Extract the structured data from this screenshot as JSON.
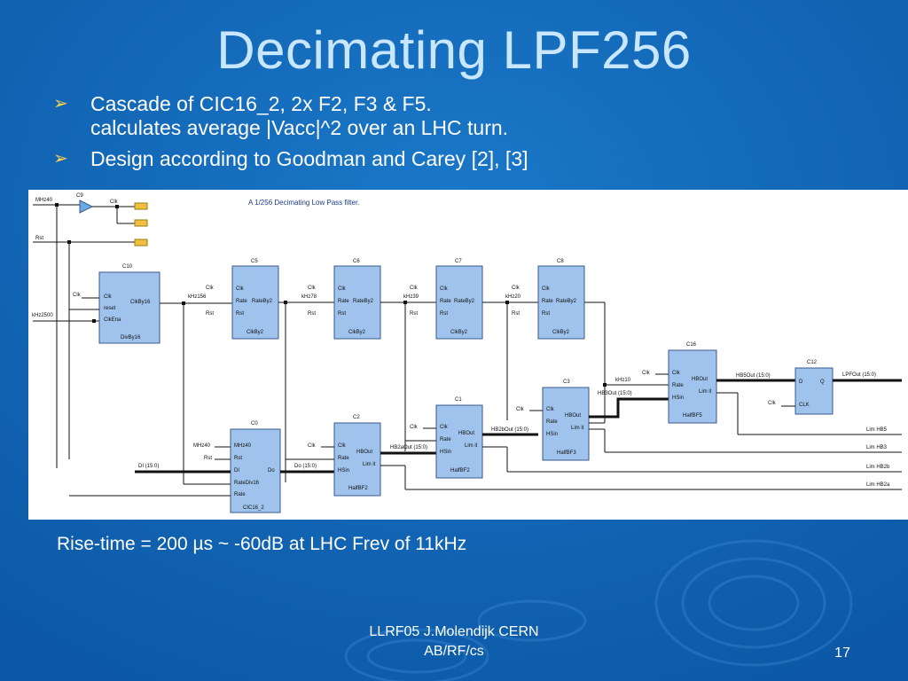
{
  "slide": {
    "title": "Decimating LPF256",
    "bullets": [
      {
        "line1": "Cascade of CIC16_2, 2x  F2, F3 & F5.",
        "line2": "calculates average |Vacc|^2 over an LHC turn."
      },
      {
        "line1": "Design according to Goodman and Carey [2], [3]",
        "line2": ""
      }
    ],
    "caption": "Rise-time = 200 µs ~ -60dB at LHC Frev of 11kHz",
    "footer_line1": "LLRF05 J.Molendijk CERN",
    "footer_line2": "AB/RF/cs",
    "page_number": "17"
  },
  "diagram": {
    "note": "A 1/256 Decimating Low Pass filter.",
    "signals": {
      "mhz40": "MHz40",
      "rst": "Rst",
      "clk": "Clk",
      "khz2500": "kHz2500",
      "khz156": "kHz156",
      "khz78": "kHz78",
      "khz39": "kHz39",
      "khz20": "kHz20",
      "khz10": "kHz10",
      "di": "DI (15:0)",
      "do": "Do (15:0)",
      "hb2aout": "HB2aOut (15:0)",
      "hb2bout": "HB2bOut (15:0)",
      "hb3out": "HB3Out (15:0)",
      "hb5out": "HB5Out (15:0)",
      "lpfout": "LPFOut (15:0)",
      "limhb5": "Lim HB5",
      "limhb3": "Lim HB3",
      "limhb2b": "Lim HB2b",
      "limhb2a": "Lim HB2a"
    },
    "blocks": {
      "c9": "C9",
      "c10": {
        "name": "C10",
        "clk": "Clk",
        "reset": "reset",
        "clken": "ClkEna",
        "out": "ClkBy16",
        "sub": "DivBy16"
      },
      "c5": {
        "name": "C5",
        "clk": "Clk",
        "rate": "Rate",
        "rst": "Rst",
        "out": "RateBy2",
        "sub": "ClkBy2"
      },
      "c6": {
        "name": "C6",
        "clk": "Clk",
        "rate": "Rate",
        "rst": "Rst",
        "out": "RateBy2",
        "sub": "ClkBy2"
      },
      "c7": {
        "name": "C7",
        "clk": "Clk",
        "rate": "Rate",
        "rst": "Rst",
        "out": "RateBy2",
        "sub": "ClkBy2"
      },
      "c8": {
        "name": "C8",
        "clk": "Clk",
        "rate": "Rate",
        "rst": "Rst",
        "out": "RateBy2",
        "sub": "ClkBy2"
      },
      "c0": {
        "name": "C0",
        "mhz40": "MHz40",
        "rst": "Rst",
        "di": "DI",
        "do": "Do",
        "rdiv": "RateDiv16",
        "rate": "Rate",
        "sub": "CIC16_2"
      },
      "c2": {
        "name": "C2",
        "clk": "Clk",
        "rate": "Rate",
        "hsin": "HSin",
        "out": "HBOut",
        "lim": "Lim it",
        "sub": "HalfBF2"
      },
      "c1": {
        "name": "C1",
        "clk": "Clk",
        "rate": "Rate",
        "hsin": "HSin",
        "out": "HBOut",
        "lim": "Lim it",
        "sub": "HalfBF2"
      },
      "c3": {
        "name": "C3",
        "clk": "Clk",
        "rate": "Rate",
        "hsin": "HSin",
        "out": "HBOut",
        "lim": "Lim it",
        "sub": "HalfBF3"
      },
      "c16": {
        "name": "C16",
        "clk": "Clk",
        "rate": "Rate",
        "hsin": "HSin",
        "out": "HBOut",
        "lim": "Lim it",
        "sub": "HalfBF5"
      },
      "c12": {
        "name": "C12",
        "d": "D",
        "q": "Q",
        "clk": "CLK"
      }
    }
  }
}
